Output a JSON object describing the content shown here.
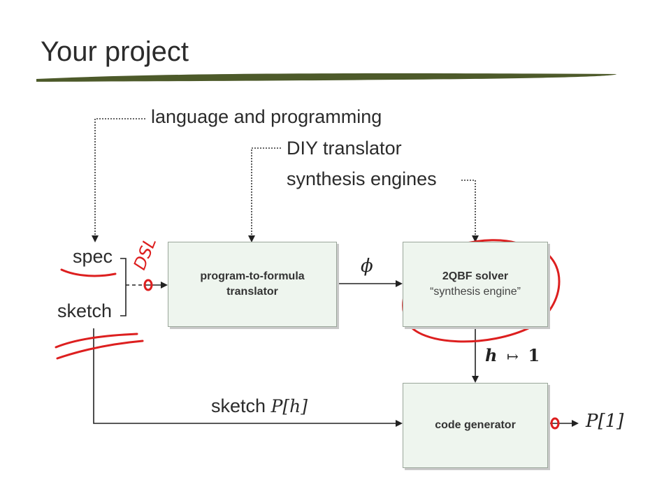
{
  "title": "Your project",
  "labels": {
    "language": "language and programming",
    "diy": "DIY translator",
    "synthesis": "synthesis engines",
    "spec": "spec",
    "sketch": "sketch"
  },
  "boxes": {
    "translator_line1": "program-to-formula",
    "translator_line2": "translator",
    "solver_line1": "2QBF solver",
    "solver_line2": "“synthesis engine”",
    "codegen": "code generator"
  },
  "math": {
    "phi": "ϕ",
    "mapping_h": "h",
    "mapping_arrow": "↦",
    "mapping_one": "1",
    "sketch_word": "sketch",
    "sketch_ph": "P[h]",
    "output": "P[1]"
  },
  "annotations": {
    "handwritten": "DSL",
    "accent_color": "#dd1f1f",
    "underline_color": "#4d5a2a"
  }
}
